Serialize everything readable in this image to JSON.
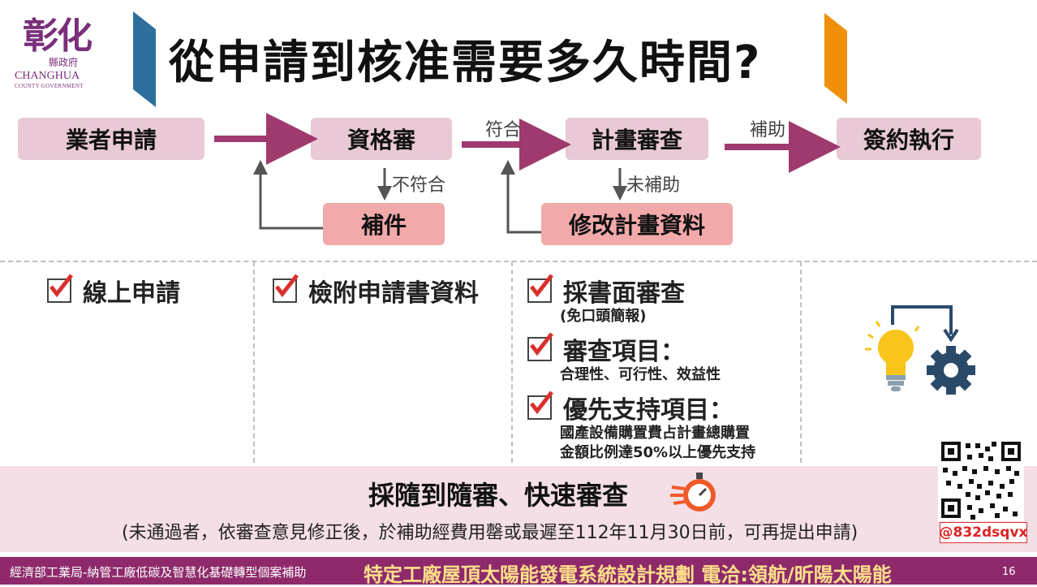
{
  "logo": {
    "main": "彰化",
    "sub": "縣政府",
    "en": "CHANGHUA",
    "en_sub": "COUNTY GOVERNMENT"
  },
  "title": "從申請到核准需要多久時間?",
  "flow": {
    "apply": "業者申請",
    "qualify": "資格審",
    "plan_review": "計畫審查",
    "sign": "簽約執行",
    "supplement": "補件",
    "revise": "修改計畫資料",
    "label_pass": "符合",
    "label_subsidy": "補助",
    "label_fail": "不符合",
    "label_no_subsidy": "未補助"
  },
  "checks": {
    "col1": "線上申請",
    "col2": "檢附申請書資料",
    "col3_a": "採書面審查",
    "col3_a_note": "(免口頭簡報)",
    "col3_b": "審查項目：",
    "col3_b_note": "合理性、可行性、效益性",
    "col3_c": "優先支持項目：",
    "col3_c_note1": "國產設備購置費占計畫總購置",
    "col3_c_note2": "金額比例達50%以上優先支持"
  },
  "icons": {
    "idea": "lightbulb-gear-icon",
    "timer": "stopwatch-icon",
    "qr": "qr-code"
  },
  "band": {
    "title": "採隨到隨審、快速審查",
    "note": "(未通過者，依審查意見修正後，於補助經費用罄或最遲至112年11月30日前，可再提出申請)"
  },
  "qr_tag": "@832dsqvx",
  "footer": {
    "left": "經濟部工業局-納管工廠低碳及智慧化基礎轉型個案補助",
    "mid": "特定工廠屋頂太陽能發電系統設計規劃 電洽:領航/昕陽太陽能",
    "page": "16"
  },
  "colors": {
    "arrow": "#9e3a6e",
    "pink_box": "#e8c9d5",
    "salmon_box": "#f2a9a9",
    "footer": "#8e2a6b",
    "accent_blue": "#2e6f9e",
    "accent_orange": "#f0900a"
  }
}
